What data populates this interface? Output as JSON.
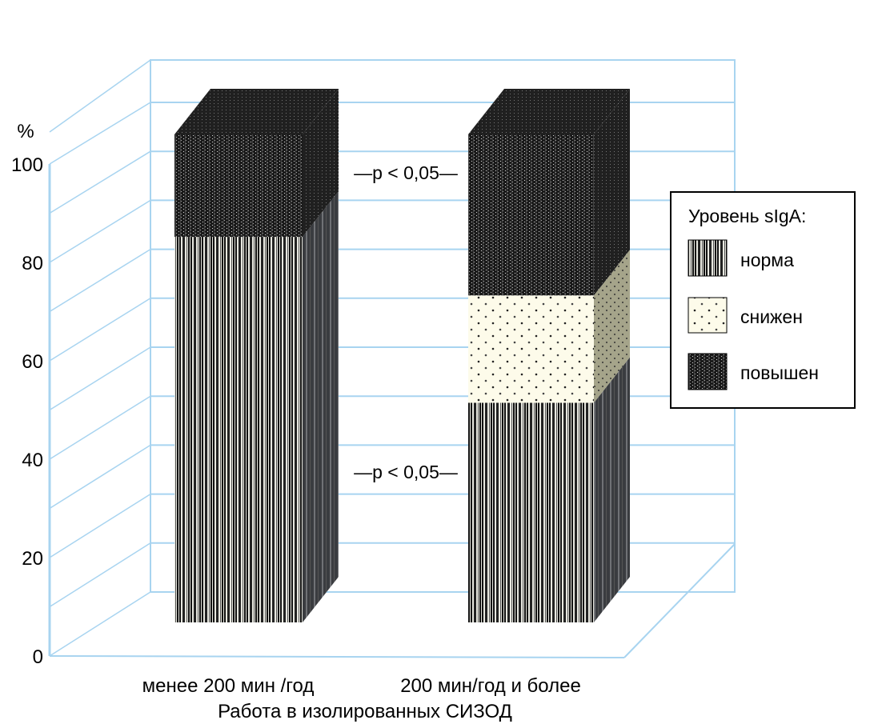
{
  "chart_data": {
    "type": "bar",
    "stacked": true,
    "three_d": true,
    "ylabel": "%",
    "xlabel": "Работа в изолированных СИЗОД",
    "ylim": [
      0,
      100
    ],
    "yticks": [
      "0",
      "20",
      "40",
      "60",
      "80",
      "100"
    ],
    "grid": true,
    "categories": [
      "менее 200 мин /год",
      "200 мин/год и более"
    ],
    "legend": {
      "title": "Уровень sIgA:",
      "placement": "right"
    },
    "series": [
      {
        "name": "норма",
        "values": [
          79,
          45
        ]
      },
      {
        "name": "снижен",
        "values": [
          0,
          22
        ]
      },
      {
        "name": "повышен",
        "values": [
          21,
          33
        ]
      }
    ],
    "annotations": [
      "—p < 0,05—",
      "—p < 0,05—"
    ]
  },
  "colors": {
    "grid": "#a8d4f0",
    "snizhen": "#fdfbea",
    "snizhen_side": "#a5a48a"
  }
}
